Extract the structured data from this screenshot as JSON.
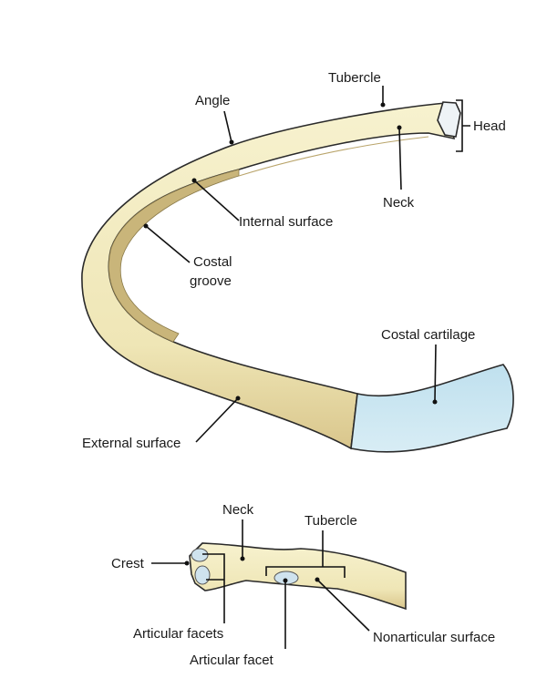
{
  "colors": {
    "bone": "#f4efc6",
    "bone_shadow": "#d9c98e",
    "cartilage": "#cfe8f2",
    "outline": "#2a2a2a"
  },
  "upper_rib": {
    "labels": {
      "tubercle": "Tubercle",
      "angle": "Angle",
      "head": "Head",
      "neck": "Neck",
      "internal_surface": "Internal surface",
      "costal_groove_1": "Costal",
      "costal_groove_2": "groove",
      "costal_cartilage": "Costal cartilage",
      "external_surface": "External surface"
    }
  },
  "lower_rib": {
    "labels": {
      "neck": "Neck",
      "tubercle": "Tubercle",
      "crest": "Crest",
      "articular_facets": "Articular facets",
      "articular_facet": "Articular facet",
      "nonarticular_surface": "Nonarticular surface"
    }
  }
}
